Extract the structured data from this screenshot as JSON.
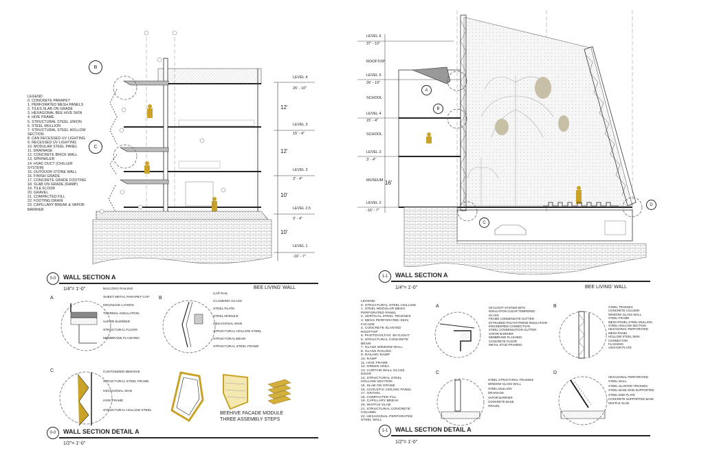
{
  "left_sheet": {
    "legend_lines": [
      "LEGEND",
      "0. CONCRETE PARAPET",
      "1. PERFORATED MESH PANELS",
      "2. TILES SLAB ON GRADE",
      "3. HEXAGONAL BEE HIVE SKIN",
      "4. HIVE FRAME",
      "5. STRUCTURAL STEEL UNION",
      "6. STEEL MULLION",
      "7. STRUCTURAL STEEL HOLLOW",
      "SECTION",
      "8. CAN RECESSED UV LIGHTING",
      "9. RECESSED UV LIGHTING",
      "10. MODULAR STEEL PANEL",
      "11. DRAINAGE",
      "12. CONCRETE BRICK WALL",
      "13. SPRINKLER",
      "14. HVAC DUCT (CHILLER",
      "SYSTEM)",
      "15. OUTDOOR STONE WALL",
      "16. FINISH GRADE",
      "17. CONCRETE GRADE FOOTING",
      "18. SLAB ON GRADE (RAMP)",
      "19. TILE FLOOR",
      "20. GRAVEL",
      "21. COMPACTED FILL",
      "22. FOOTING DRAIN",
      "23. CAPILLARY BREAK & VAPOR",
      "BARRIER"
    ],
    "levels": [
      {
        "name": "LEVEL 4",
        "elev": "26' - 10\""
      },
      {
        "name": "LEVEL 3",
        "elev": "15' - 4\""
      },
      {
        "name": "LEVEL 3",
        "elev": "3' - 4\""
      },
      {
        "name": "LEVEL 2.5",
        "elev": "3' - 4\""
      },
      {
        "name": "LEVEL 1",
        "elev": "-16' - 7\""
      }
    ],
    "dims": [
      "12'",
      "12'",
      "10'",
      "10'"
    ],
    "callouts": [
      "B",
      "C"
    ],
    "section_num": "0-0",
    "section_title": "WALL SECTION A",
    "section_scale": "1/4\"= 1'-0\"",
    "section_sub": "BEE LIVING' WALL",
    "detail_a": {
      "letter": "A",
      "labels": [
        "BALCONY RAILING",
        "SHEET METAL PARAPET CAP",
        "DRAINAGE LAYERS",
        "THERMAL INSULATION",
        "VAPOR BARRIER",
        "STRUCTURAL FLOOR",
        "MEMBRANE FLASHING"
      ]
    },
    "detail_b": {
      "letter": "B",
      "labels": [
        "CAP RAIL",
        "CLADDING GLASS",
        "STEEL PLATE",
        "STEEL MODULE",
        "HEXAGONAL SKIN",
        "STRUCTURAL HOLLOW STEEL",
        "STRUCTURAL BEAM",
        "STRUCTURAL STEEL FRAME"
      ]
    },
    "detail_c": {
      "letter": "C",
      "labels": [
        "CUSTOMIZED BEEHIVE",
        "STRUCTURAL STEEL FRAME",
        "HEXAGONAL SKIN",
        "HIVE FRAME",
        "STRUCTURAL HOLLOW STEEL"
      ]
    },
    "module_caption": [
      "BEEHIVE FACADE MODULE",
      "THREE ASSEMBLY STEPS"
    ],
    "detail_num": "0-0",
    "detail_title": "WALL SECTION DETAIL A",
    "detail_scale": "1/2\"= 1'-0\""
  },
  "right_sheet": {
    "levels": [
      {
        "name": "LEVEL 6",
        "elev": "37' - 10\""
      },
      {
        "name": "ROOFTOP",
        "elev": ""
      },
      {
        "name": "LEVEL 5",
        "elev": "26' - 10\""
      },
      {
        "name": "SCHOOL",
        "elev": ""
      },
      {
        "name": "LEVEL 4",
        "elev": "15' - 4\""
      },
      {
        "name": "SCHOOL",
        "elev": ""
      },
      {
        "name": "LEVEL 3",
        "elev": "3' - 4\""
      },
      {
        "name": "MUSEUM",
        "elev": ""
      },
      {
        "name": "LEVEL 2",
        "elev": "-16' - 7\""
      }
    ],
    "dim": "16'",
    "callouts": [
      "A",
      "B",
      "C",
      "D"
    ],
    "section_num": "1-1",
    "section_title": "WALL SECTION A",
    "section_scale": "1/4\"= 1'-0\"",
    "section_sub": "BEE LIVING' WALL",
    "legend_lines": [
      "LEGEND",
      "0. STRUCTURAL STEEL HOLLOW",
      "1. STEEL MODULAR MESH",
      "PERFORATED PANEL",
      "2. VERTICAL STEEL TRUSSES",
      "3. MESH PERFORATED SKIN",
      "FACADE",
      "4. CONCRETE SLANTED",
      "ROOFTOP",
      "5. PHOTOVOLTAIC SKYLIGHT",
      "6. STRUCTURAL CONCRETE",
      "BEAM",
      "7. GLASS WINDOW WALL",
      "8. GLASS RAILING",
      "9. RAILING RAMP",
      "10. RAMP",
      "11.    HIVE FRAME",
      "12.    GREEN AREA",
      "13.    CURTAIN WALL GLASS",
      "DOOR",
      "14.    STRUCTURAL STEEL",
      "HOLLOW SECTION",
      "15.    SLAB ON GRADE",
      "16.    ACOUSTIC CEILING PANEL",
      "17.    GRAVEL",
      "18.    COMPACTED FILL",
      "19.    CAPILLARY BREAK",
      "20.    WAFFLE SLAB",
      "21.    STRUCTURAL CONCRETE",
      "COLUMN",
      "22.    HEXAGONAL PERFORATED",
      "STEEL WALL"
    ],
    "detail_a": {
      "letter": "A",
      "labels": [
        "SKYLIGHT SYSTEM WITH",
        "INSULATION CLEAR TEMPERED",
        "GLASS",
        "FRAME CONDENSATE GUTTER",
        "EXTRUDED POLYSTYRENE INSULATION",
        "ENGINEERED CONNECTION",
        "STEEL CONDENSATION GUTTER",
        "VAPOR BARRIER",
        "MEMBRANE FLASHING",
        "CONCRETE FLOOR",
        "METAL STUD FRAMING"
      ]
    },
    "detail_b": {
      "letter": "B",
      "labels": [
        "STEEL TRUSSES",
        "CONCRETE COLUMN",
        "WINDOW GLASS WALL",
        "STEEL FRAME",
        "MESH PANEL STEEL MULLION",
        "STEEL HOLLOW SECTION",
        "HEXAGONAL PERFORATED",
        "MESH PANEL",
        "HOLLOW STEEL SKIN",
        "CONNECTOR",
        "FLASHING",
        "ANCHOR PLATE"
      ]
    },
    "detail_c": {
      "letter": "C",
      "labels": [
        "STEEL STRUCTURAL TRUSSES",
        "WINDOW GLASS WALL",
        "STEEL MULLION",
        "DRAINAGE",
        "VAPOR BARRIER",
        "CONCRETE BASE",
        "GRAVEL"
      ]
    },
    "detail_d": {
      "letter": "D",
      "labels": [
        "HEXAGONAL PERFORATED",
        "STEEL WALL",
        "STEEL SLANTED TRUSSES",
        "STEEL BASE SKIN SUPPORTED",
        "STEEL END PLATE",
        "CONCRETE SUPPORTED BASE",
        "WAFFLE SLAB"
      ]
    },
    "detail_num": "1-1",
    "detail_title": "WALL SECTION DETAIL A",
    "detail_scale": "1/2\"= 1'-0\""
  },
  "colors": {
    "accent_yellow": "#c9a227",
    "ink": "#222222",
    "hatch": "#9a9a9a",
    "module_yellow": "#d4b03a"
  }
}
